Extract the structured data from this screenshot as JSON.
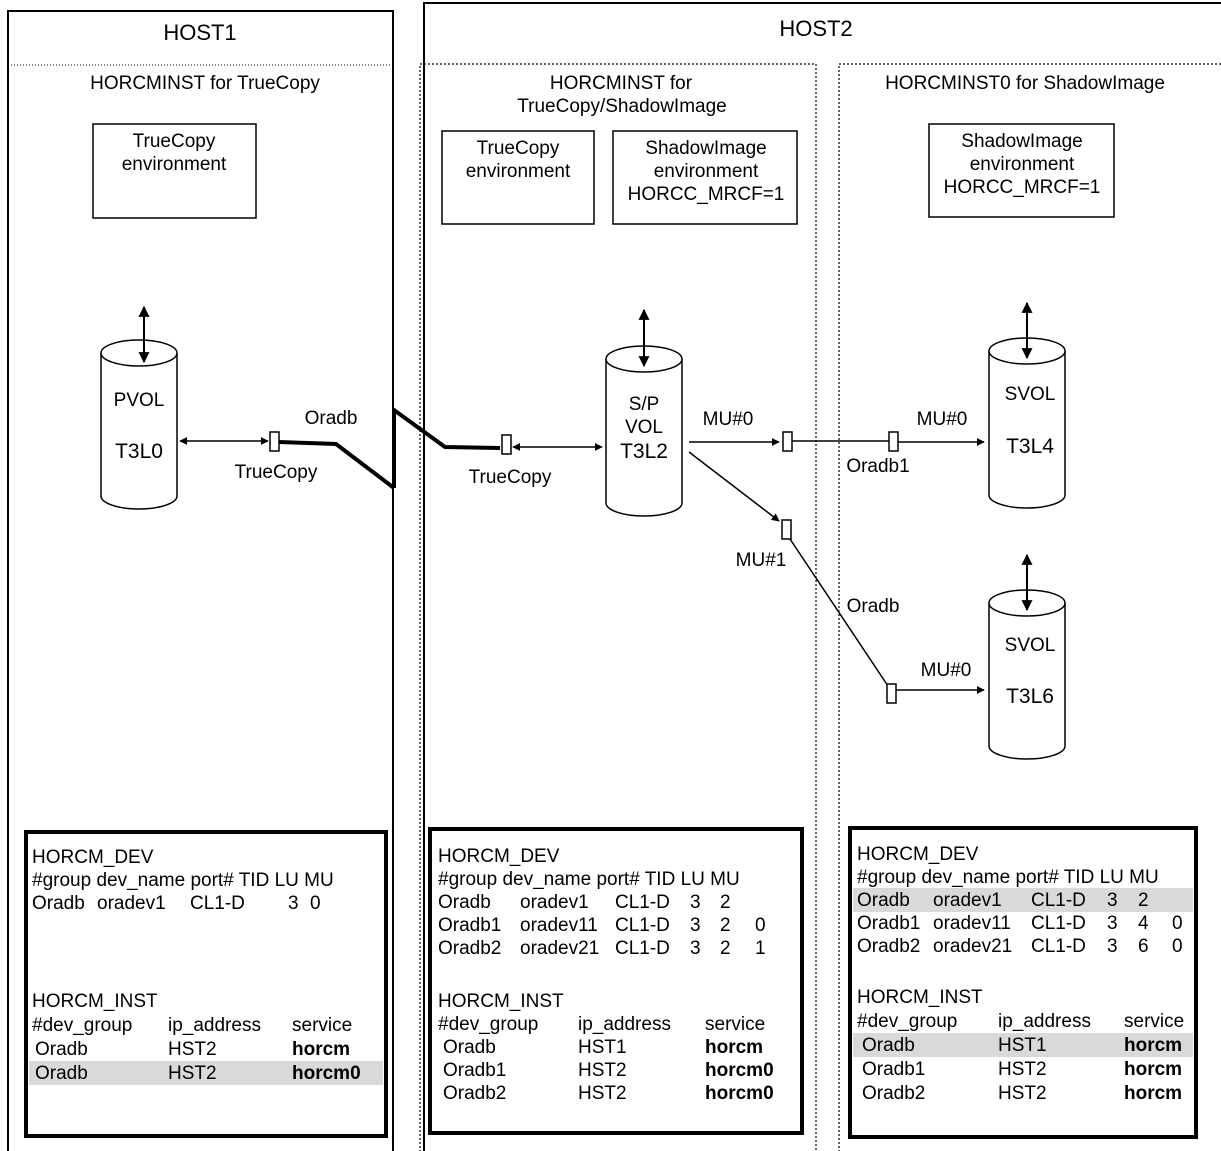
{
  "hosts": {
    "host1": "HOST1",
    "host2": "HOST2"
  },
  "instances": {
    "host1": "HORCMINST for TrueCopy",
    "host2a_line1": "HORCMINST for",
    "host2a_line2": "TrueCopy/ShadowImage",
    "host2b": "HORCMINST0 for ShadowImage"
  },
  "env_boxes": {
    "h1_tc": [
      "TrueCopy",
      "environment"
    ],
    "h2_tc": [
      "TrueCopy",
      "environment"
    ],
    "h2_si": [
      "ShadowImage",
      "environment",
      "HORCC_MRCF=1"
    ],
    "h2b_si": [
      "ShadowImage",
      "environment",
      "HORCC_MRCF=1"
    ]
  },
  "volumes": {
    "pvol": {
      "name": "PVOL",
      "id": "T3L0"
    },
    "spvol": {
      "name_line1": "S/P",
      "name_line2": "VOL",
      "id": "T3L2"
    },
    "svol1": {
      "name": "SVOL",
      "id": "T3L4"
    },
    "svol2": {
      "name": "SVOL",
      "id": "T3L6"
    }
  },
  "links": {
    "truecopy_left": "TrueCopy",
    "truecopy_right": "TrueCopy",
    "oradb_top": "Oradb",
    "mu0_a": "MU#0",
    "mu0_b": "MU#0",
    "oradb1": "Oradb1",
    "mu1": "MU#1",
    "oradb_mid": "Oradb",
    "mu0_c": "MU#0"
  },
  "configs": [
    {
      "dev_title": "HORCM_DEV",
      "dev_header": "#group dev_name port# TID LU MU",
      "dev_rows": [
        {
          "cells": [
            "Oradb",
            "oradev1",
            "CL1-D",
            "3",
            "0",
            ""
          ],
          "highlight": false
        }
      ],
      "inst_title": "HORCM_INST",
      "inst_header": [
        "#dev_group",
        "ip_address",
        "service"
      ],
      "inst_rows": [
        {
          "cells": [
            "Oradb",
            "HST2",
            "horcm"
          ],
          "highlight": false
        },
        {
          "cells": [
            "Oradb",
            "HST2",
            "horcm0"
          ],
          "highlight": true
        }
      ]
    },
    {
      "dev_title": "HORCM_DEV",
      "dev_header": "#group dev_name port# TID LU MU",
      "dev_rows": [
        {
          "cells": [
            "Oradb",
            "oradev1",
            "CL1-D",
            "3",
            "2",
            ""
          ],
          "highlight": false
        },
        {
          "cells": [
            "Oradb1",
            "oradev11",
            "CL1-D",
            "3",
            "2",
            "0"
          ],
          "highlight": false
        },
        {
          "cells": [
            "Oradb2",
            "oradev21",
            "CL1-D",
            "3",
            "2",
            "1"
          ],
          "highlight": false
        }
      ],
      "inst_title": "HORCM_INST",
      "inst_header": [
        "#dev_group",
        "ip_address",
        "service"
      ],
      "inst_rows": [
        {
          "cells": [
            "Oradb",
            "HST1",
            "horcm"
          ],
          "highlight": false
        },
        {
          "cells": [
            "Oradb1",
            "HST2",
            "horcm0"
          ],
          "highlight": false
        },
        {
          "cells": [
            "Oradb2",
            "HST2",
            "horcm0"
          ],
          "highlight": false
        }
      ]
    },
    {
      "dev_title": "HORCM_DEV",
      "dev_header": "#group dev_name port# TID LU MU",
      "dev_rows": [
        {
          "cells": [
            "Oradb",
            "oradev1",
            "CL1-D",
            "3",
            "2",
            ""
          ],
          "highlight": true
        },
        {
          "cells": [
            "Oradb1",
            "oradev11",
            "CL1-D",
            "3",
            "4",
            "0"
          ],
          "highlight": false
        },
        {
          "cells": [
            "Oradb2",
            "oradev21",
            "CL1-D",
            "3",
            "6",
            "0"
          ],
          "highlight": false
        }
      ],
      "inst_title": "HORCM_INST",
      "inst_header": [
        "#dev_group",
        "ip_address",
        "service"
      ],
      "inst_rows": [
        {
          "cells": [
            "Oradb",
            "HST1",
            "horcm"
          ],
          "highlight": true
        },
        {
          "cells": [
            "Oradb1",
            "HST2",
            "horcm"
          ],
          "highlight": false
        },
        {
          "cells": [
            "Oradb2",
            "HST2",
            "horcm"
          ],
          "highlight": false
        }
      ]
    }
  ],
  "colors": {
    "highlight": "#d9d9d9",
    "line": "#000000"
  }
}
